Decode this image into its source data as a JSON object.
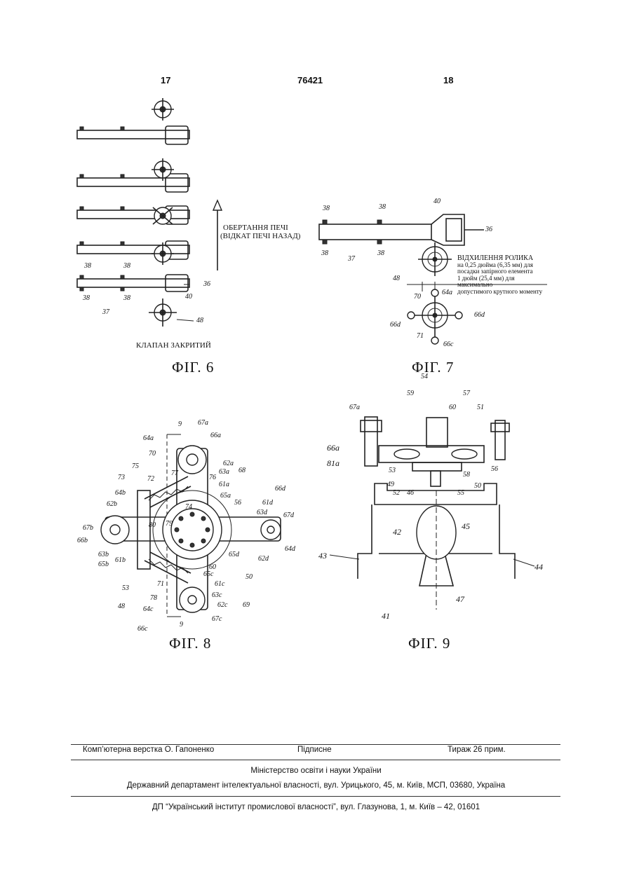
{
  "header": {
    "page_left": "17",
    "patent_number": "76421",
    "page_right": "18"
  },
  "fig6": {
    "caption": "ФІГ. 6",
    "rotation_label_line1": "ОБЕРТАННЯ ПЕЧІ",
    "rotation_label_line2": "(ВІДКАТ ПЕЧІ НАЗАД)",
    "valve_label": "КЛАПАН ЗАКРИТИЙ",
    "refs": {
      "r38a": "38",
      "r38b": "38",
      "r38c": "38",
      "r38d": "38",
      "r36": "36",
      "r37": "37",
      "r40": "40",
      "r48": "48"
    }
  },
  "fig7": {
    "caption": "ФІГ. 7",
    "deflection_title": "ВІДХИЛЕННЯ РОЛИКА",
    "deflection_line1": "на 0,25 дюйма (6,35 мм) для",
    "deflection_line2": "посадки запірного елемента",
    "deflection_line3": "1 дюйм (25,4 мм) для максимально",
    "deflection_line4": "допустимого крутного моменту",
    "refs": {
      "r38a": "38",
      "r38b": "38",
      "r38c": "38",
      "r38d": "38",
      "r40": "40",
      "r36": "36",
      "r37": "37",
      "r48": "48",
      "r64a": "64a",
      "r70": "70",
      "r66d": "66d",
      "r66d2": "66d",
      "r71": "71",
      "r66c": "66c"
    }
  },
  "fig8": {
    "caption": "ФІГ. 8",
    "refs": {
      "r67a": "67a",
      "r66a": "66a",
      "r64a": "64a",
      "r70": "70",
      "r62a": "62a",
      "r63a": "63a",
      "r68": "68",
      "r75": "75",
      "r72": "72",
      "r77": "77",
      "r76": "76",
      "r61a": "61a",
      "r65a": "65a",
      "r73": "73",
      "r64b": "64b",
      "r62b": "62b",
      "r56": "56",
      "r61d": "61d",
      "r63d": "63d",
      "r66d": "66d",
      "r67d": "67d",
      "r67b": "67b",
      "r74": "74",
      "r66b": "66b",
      "r80": "80",
      "r79": "79",
      "r64d": "64d",
      "r63b": "63b",
      "r61b": "61b",
      "r65b": "65b",
      "r65d": "65d",
      "r62d": "62d",
      "r60": "60",
      "r50": "50",
      "r53": "53",
      "r71": "71",
      "r65c": "65c",
      "r61c": "61c",
      "r78": "78",
      "r63c": "63c",
      "r48": "48",
      "r64c": "64c",
      "r62c": "62c",
      "r69": "69",
      "r67c": "67c",
      "r66c": "66c",
      "r9a": "9",
      "r9b": "9"
    }
  },
  "fig9": {
    "caption": "ФІГ. 9",
    "refs": {
      "r54": "54",
      "r59": "59",
      "r57": "57",
      "r60": "60",
      "r51": "51",
      "r67a": "67a",
      "r66a": "66a",
      "r81a": "81a",
      "r53": "53",
      "r58": "58",
      "r56": "56",
      "r49": "49",
      "r52": "52",
      "r46": "46",
      "r55": "55",
      "r50": "50",
      "r42": "42",
      "r45": "45",
      "r43": "43",
      "r44": "44",
      "r47": "47",
      "r41": "41"
    }
  },
  "footer": {
    "typesetting": "Комп’ютерна верстка О. Гапоненко",
    "signed": "Підписне",
    "circulation": "Тираж 26 прим.",
    "ministry": "Міністерство освіти і науки України",
    "department": "Державний департамент інтелектуальної власності, вул. Урицького, 45, м. Київ, МСП, 03680, Україна",
    "institute": "ДП “Український інститут промислової власності”, вул. Глазунова, 1, м. Київ – 42, 01601"
  }
}
